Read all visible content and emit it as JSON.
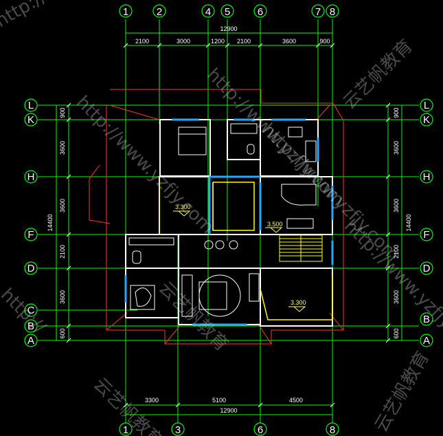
{
  "colors": {
    "grid": "#00ff00",
    "wall": "#ffffff",
    "window": "#22aaff",
    "accent": "#ff3333",
    "stair": "#ffff00",
    "text": "#ffffff",
    "level": "#ffff66"
  },
  "axes": {
    "top": [
      "1",
      "2",
      "4",
      "5",
      "6",
      "7",
      "8"
    ],
    "bottom": [
      "1",
      "3",
      "6",
      "8"
    ],
    "left": [
      "L",
      "K",
      "H",
      "F",
      "D",
      "C",
      "B",
      "A"
    ],
    "right": [
      "L",
      "K",
      "H",
      "F",
      "D",
      "B",
      "A"
    ]
  },
  "dimensions": {
    "top_total": "12900",
    "top_parts": [
      "2100",
      "3000",
      "1200",
      "2100",
      "3600",
      "900"
    ],
    "bottom_total": "12900",
    "bottom_parts": [
      "3300",
      "5100",
      "4500"
    ],
    "left_total": "14400",
    "left_parts": [
      "900",
      "3600",
      "3600",
      "2100",
      "3600",
      "600"
    ],
    "right_total": "14400",
    "right_parts": [
      "900",
      "3600",
      "3600",
      "2100",
      "3600",
      "600"
    ]
  },
  "levels": [
    "3.300",
    "3.500",
    "3.300"
  ],
  "watermarks": [
    "http://www.yzfjy.com",
    "http://www.yzfjy.com",
    "http://www.yzfjy.com",
    "http://www.yzfjy.com",
    "云艺帆教育",
    "云艺帆教育",
    "云艺帆教育",
    "http://",
    "云艺帆教育",
    "http://www.yzfjy.com"
  ]
}
